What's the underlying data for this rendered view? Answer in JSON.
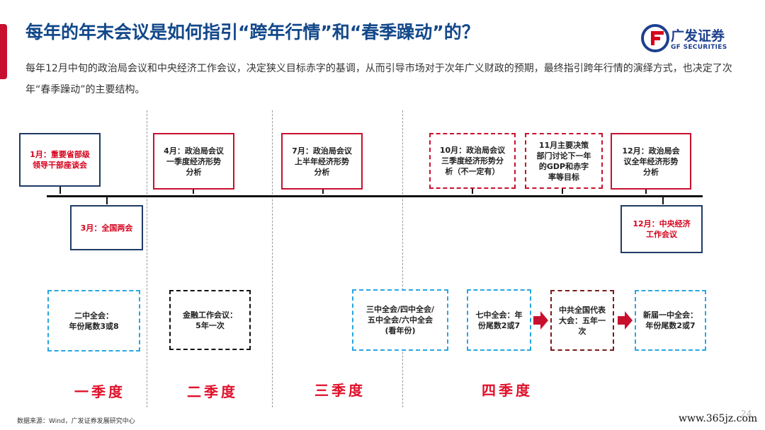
{
  "title": "每年的年末会议是如何指引“跨年行情”和“春季躁动”的？",
  "logo": {
    "name_cn": "广发证券",
    "name_en": "GF SECURITIES",
    "icon": "gf-logo-icon",
    "color": "#1d3f8f"
  },
  "intro": "每年12月中旬的政治局会议和中央经济工作会议，决定狭义目标赤字的基调，从而引导市场对于次年广义财政的预期，最终指引跨年行情的演绎方式，也决定了次年“春季躁动”的主要结构。",
  "timeline": {
    "above": [
      {
        "line1": "1月：重要省部级",
        "line2": "领导干部座谈会",
        "line3": "",
        "line4": ""
      },
      {
        "line1": "4月：政治局会议",
        "line2": "一季度经济形势",
        "line3": "分析",
        "line4": ""
      },
      {
        "line1": "7月：政治局会议",
        "line2": "上半年经济形势",
        "line3": "分析",
        "line4": ""
      },
      {
        "line1": "10月：政治局会议",
        "line2": "三季度经济形势分",
        "line3": "析（不一定有）",
        "line4": ""
      },
      {
        "line1": "11月主要决策",
        "line2": "部门讨论下一年",
        "line3": "的GDP和赤字",
        "line4": "率等目标"
      },
      {
        "line1": "12月：政治局会",
        "line2": "议全年经济形势",
        "line3": "分析",
        "line4": ""
      }
    ],
    "below": [
      {
        "line1": "3月：全国两会",
        "line2": ""
      },
      {
        "line1": "12月：中央经济",
        "line2": "工作会议"
      }
    ]
  },
  "sessions": [
    {
      "line1": "二中全会：",
      "line2": "年份尾数3或8",
      "line3": "",
      "line4": ""
    },
    {
      "line1": "金融工作会议：",
      "line2": "5年一次",
      "line3": "",
      "line4": ""
    },
    {
      "line1": "三中全会/四中全会/",
      "line2": "五中全会/六中全会",
      "line3": "(看年份)",
      "line4": ""
    },
    {
      "line1": "七中全会：年",
      "line2": "份尾数2或7",
      "line3": "",
      "line4": ""
    },
    {
      "line1": "中共全国代表",
      "line2": "大会：五年一",
      "line3": "次",
      "line4": ""
    },
    {
      "line1": "新届一中全会：",
      "line2": "年份尾数2或7",
      "line3": "",
      "line4": ""
    }
  ],
  "quarters": [
    "一季度",
    "二季度",
    "三季度",
    "四季度"
  ],
  "source": "数据来源：Wind，广发证券发展研究中心",
  "page_number": "24",
  "watermark": "www.365jz.com",
  "colors": {
    "title": "#13488a",
    "accent": "#c8102e",
    "navy": "#1f3b65",
    "cyan": "#2aa7e1",
    "quarter": "#e0112b"
  }
}
